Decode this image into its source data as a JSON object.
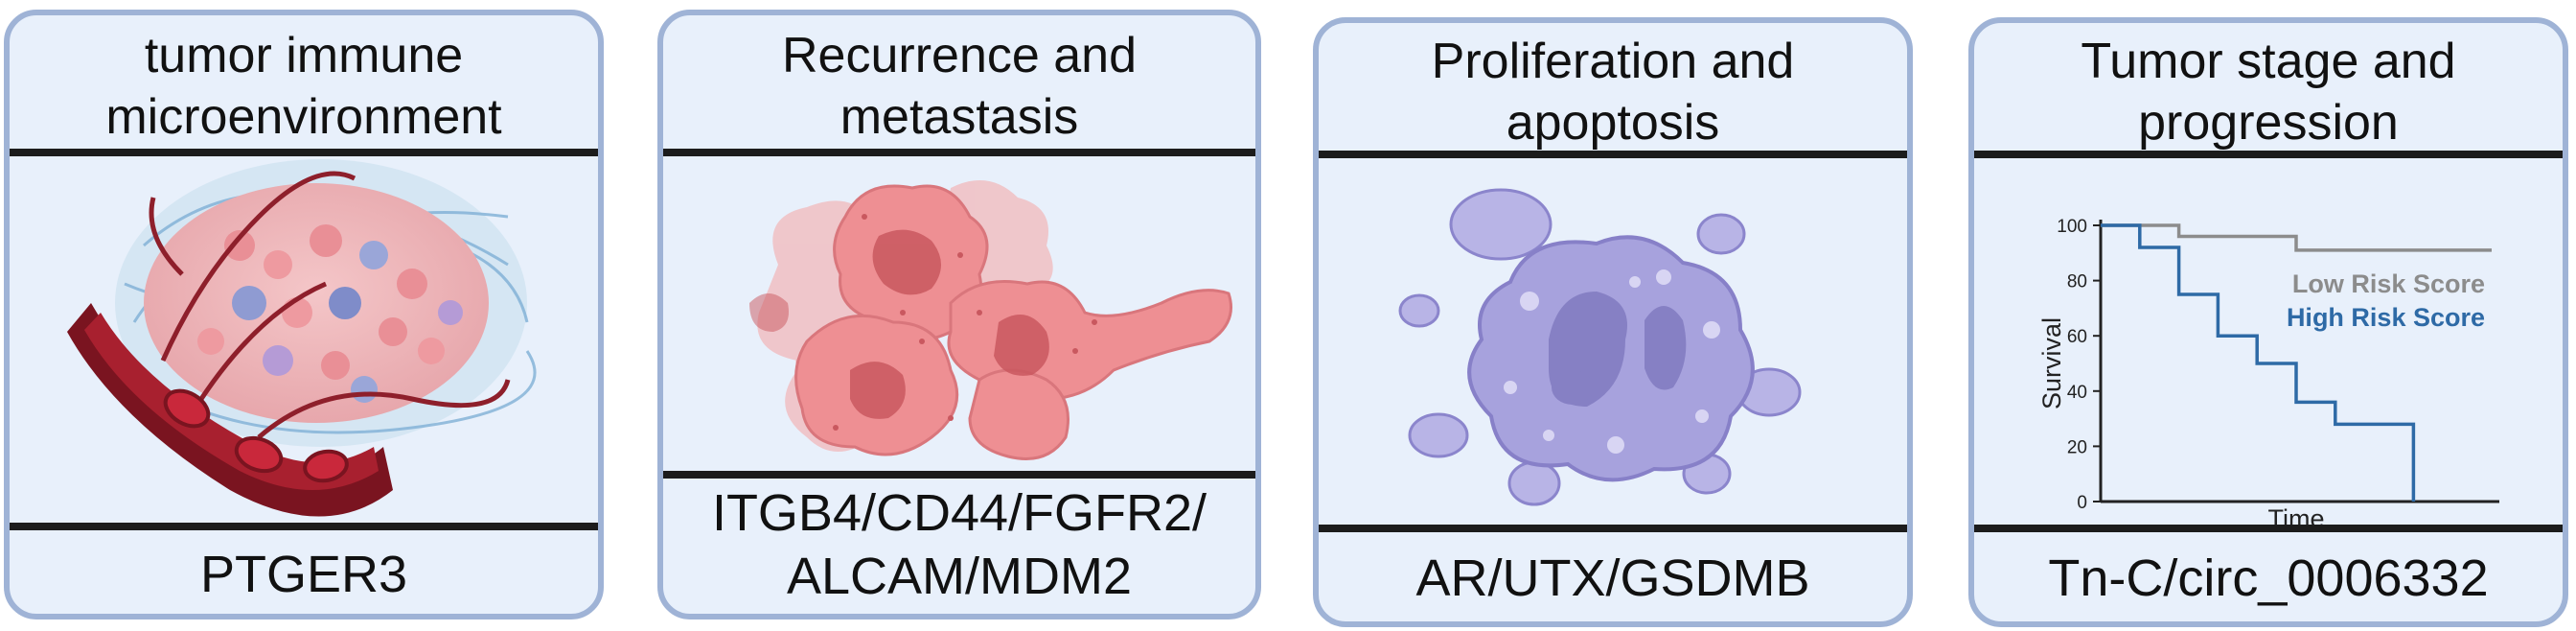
{
  "panels": [
    {
      "title": "tumor immune\nmicroenvironment",
      "marker": "PTGER3",
      "icon": "tumor-immune-microenvironment-icon"
    },
    {
      "title": "Recurrence and\nmetastasis",
      "marker": "ITGB4/CD44/FGFR2/\nALCAM/MDM2",
      "icon": "metastasis-cells-icon"
    },
    {
      "title": "Proliferation and\napoptosis",
      "marker": "AR/UTX/GSDMB",
      "icon": "apoptotic-cell-icon"
    },
    {
      "title": "Tumor stage and\nprogression",
      "marker": "Tn-C/circ_0006332",
      "icon": "survival-curve-chart"
    }
  ],
  "chart_data": {
    "type": "line",
    "title": "",
    "xlabel": "Time",
    "ylabel": "Survival",
    "ylim": [
      0,
      100
    ],
    "yticks": [
      0,
      20,
      40,
      60,
      80,
      100
    ],
    "x": [
      0,
      1,
      2,
      3,
      4,
      5,
      6,
      7,
      8,
      9,
      10
    ],
    "series": [
      {
        "name": "Low Risk Score",
        "color": "#8c8c8c",
        "values": [
          100,
          100,
          96,
          96,
          96,
          91,
          91,
          91,
          91,
          91,
          91
        ]
      },
      {
        "name": "High Risk Score",
        "color": "#2e6aa6",
        "values": [
          100,
          92,
          75,
          60,
          50,
          36,
          28,
          28,
          0,
          null,
          null
        ]
      }
    ],
    "xrange": [
      0,
      10
    ]
  }
}
